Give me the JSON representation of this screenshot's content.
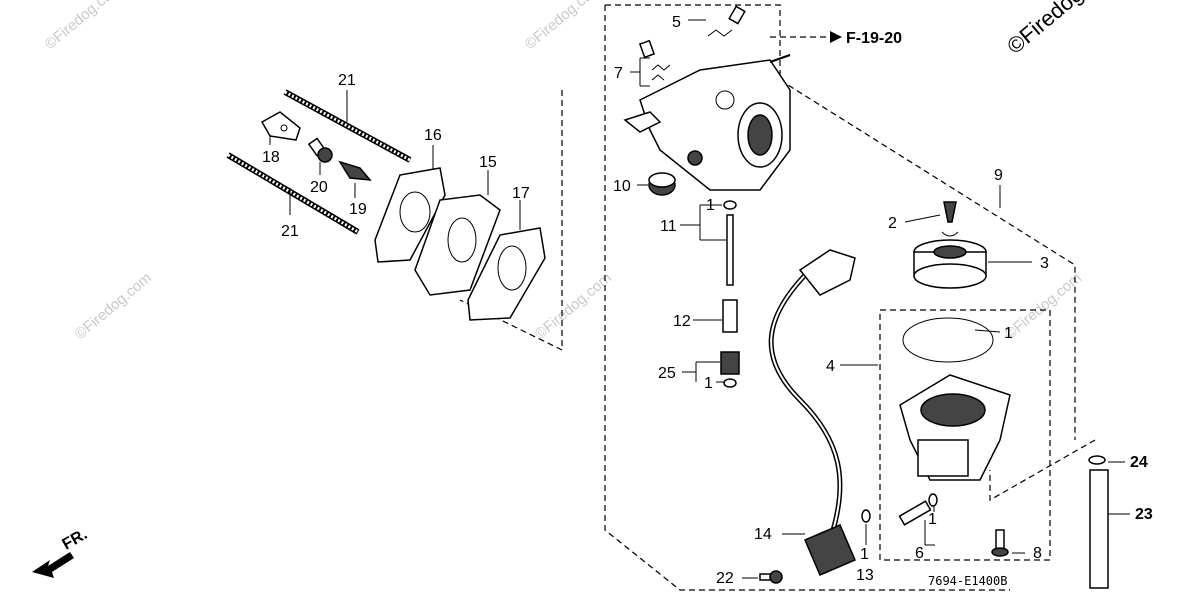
{
  "diagram": {
    "watermark": "©Firedog.com",
    "reference_link": "F-19-20",
    "drawing_code": "7694-E1400B",
    "direction_label": "FR.",
    "parts": [
      {
        "id": "p1a",
        "num": "1"
      },
      {
        "id": "p1b",
        "num": "1"
      },
      {
        "id": "p1c",
        "num": "1"
      },
      {
        "id": "p1d",
        "num": "1"
      },
      {
        "id": "p1e",
        "num": "1"
      },
      {
        "id": "p2",
        "num": "2"
      },
      {
        "id": "p3",
        "num": "3"
      },
      {
        "id": "p4",
        "num": "4"
      },
      {
        "id": "p5",
        "num": "5"
      },
      {
        "id": "p6",
        "num": "6"
      },
      {
        "id": "p7",
        "num": "7"
      },
      {
        "id": "p8",
        "num": "8"
      },
      {
        "id": "p9",
        "num": "9"
      },
      {
        "id": "p10",
        "num": "10"
      },
      {
        "id": "p11",
        "num": "11"
      },
      {
        "id": "p12",
        "num": "12"
      },
      {
        "id": "p13",
        "num": "13"
      },
      {
        "id": "p14",
        "num": "14"
      },
      {
        "id": "p15",
        "num": "15"
      },
      {
        "id": "p16",
        "num": "16"
      },
      {
        "id": "p17",
        "num": "17"
      },
      {
        "id": "p18",
        "num": "18"
      },
      {
        "id": "p19",
        "num": "19"
      },
      {
        "id": "p20",
        "num": "20"
      },
      {
        "id": "p21a",
        "num": "21"
      },
      {
        "id": "p21b",
        "num": "21"
      },
      {
        "id": "p22",
        "num": "22"
      },
      {
        "id": "p23",
        "num": "23"
      },
      {
        "id": "p24",
        "num": "24"
      },
      {
        "id": "p25",
        "num": "25"
      }
    ]
  }
}
